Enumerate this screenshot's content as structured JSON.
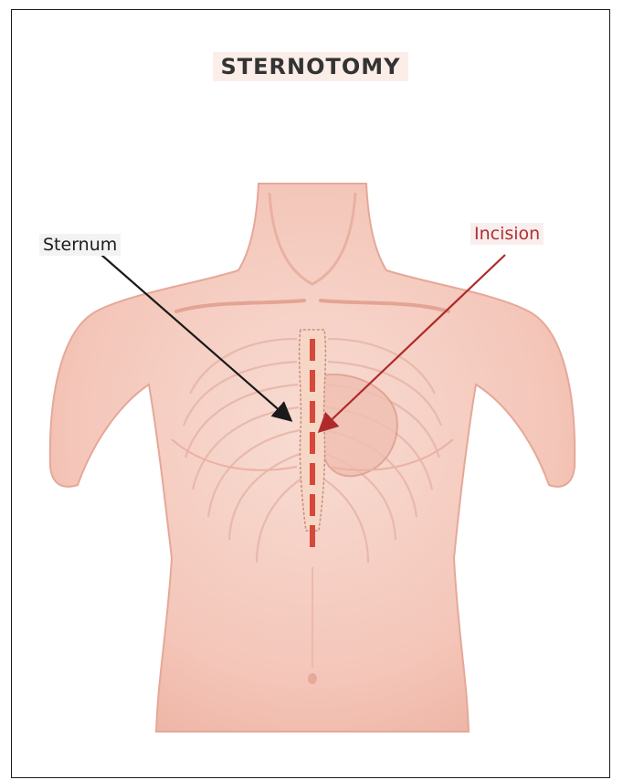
{
  "title": "STERNOTOMY",
  "labels": {
    "sternum": "Sternum",
    "incision": "Incision"
  },
  "colors": {
    "skin": "#f4c9bd",
    "skin_shadow": "#e8a596",
    "incision": "#d5483a",
    "arrow_sternum": "#1a1a1a",
    "arrow_incision": "#b02a2a",
    "frame": "#1a1a1a"
  }
}
